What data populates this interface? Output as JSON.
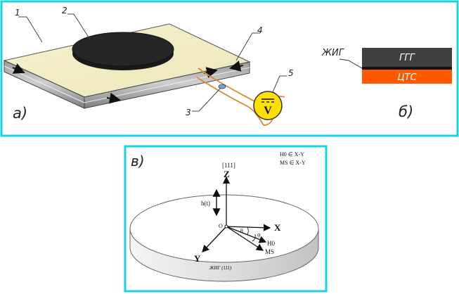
{
  "panel_a": {
    "label": "а)",
    "callouts": [
      "1",
      "2",
      "3",
      "4",
      "5"
    ],
    "voltmeter_symbol": "V"
  },
  "panel_b": {
    "label": "б)",
    "substrate_label": "ЖИГ",
    "top_layer_label": "ГГГ",
    "bottom_layer_label": "ЦТС",
    "colors": {
      "top_layer": "#404040",
      "bottom_layer": "#ff5a00",
      "frame": "#19d3e0"
    }
  },
  "panel_c": {
    "label": "в)",
    "direction_label": "[111]",
    "axis_z": "Z",
    "axis_x": "X",
    "axis_y": "Y",
    "origin": "O",
    "field_h": "h(t)",
    "vector_h0": "H0",
    "vector_ms": "MS",
    "angle_theta": "θ",
    "angle_phi": "φ",
    "condition_h0": "H0 ∈ X-Y",
    "condition_ms": "MS ∈ X-Y",
    "disk_label": "ЖИГ (111)"
  }
}
